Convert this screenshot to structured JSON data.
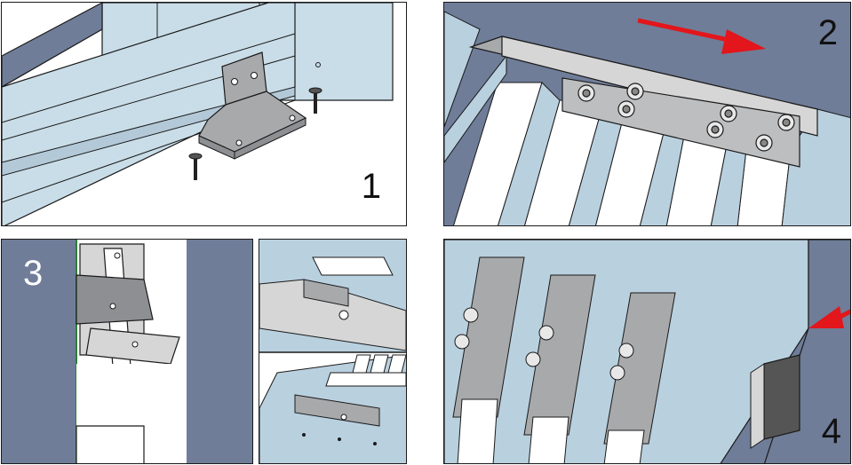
{
  "steps": [
    {
      "id": "1",
      "label": "1"
    },
    {
      "id": "2",
      "label": "2"
    },
    {
      "id": "3",
      "label": "3"
    },
    {
      "id": "4",
      "label": "4"
    }
  ],
  "colors": {
    "rail": "#c9dde8",
    "slat": "#b9d0df",
    "frame": "#6f7d98",
    "metal": "#a8a9ab",
    "metal_light": "#d6d6d6",
    "arrow": "#e2161b",
    "outline": "#1a1a1a"
  },
  "icons": [
    "screw-icon",
    "roller-icon",
    "arrow-right-icon",
    "arrow-left-icon",
    "bracket-icon"
  ]
}
